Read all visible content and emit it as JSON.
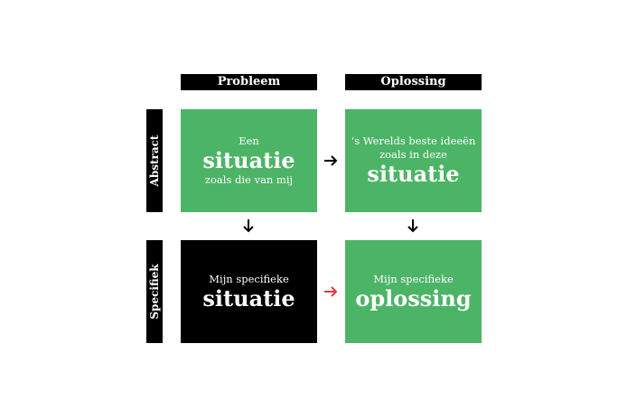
{
  "headers": {
    "columns": [
      "Probleem",
      "Oplossing"
    ],
    "rows": [
      "Abstract",
      "Specifiek"
    ]
  },
  "boxes": {
    "abstract_problem": {
      "line1": "Een",
      "big": "situatie",
      "line2": "zoals die van mij",
      "color": "#4cb466"
    },
    "abstract_solution": {
      "line1": "‘s Werelds beste ideeën",
      "line2": "zoals in deze",
      "big": "situatie",
      "color": "#4cb466"
    },
    "specific_problem": {
      "line1": "Mijn specifieke",
      "big": "situatie",
      "color": "#000000"
    },
    "specific_solution": {
      "line1": "Mijn specifieke",
      "big": "oplossing",
      "color": "#4cb466"
    }
  },
  "arrows": {
    "default_color": "#000000",
    "highlight_color": "#e03a3a"
  }
}
